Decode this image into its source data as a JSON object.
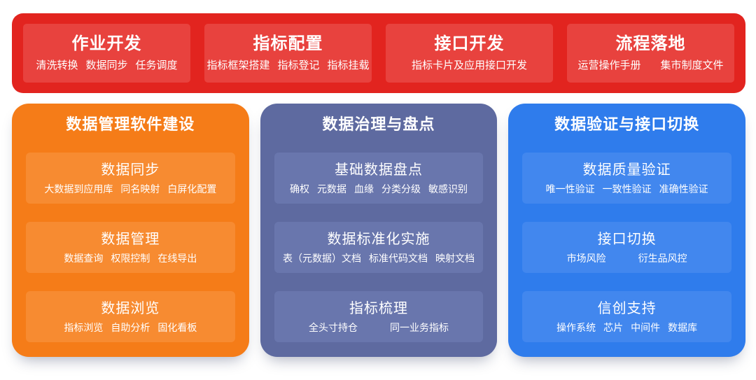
{
  "banner": {
    "bg": "#e2241f",
    "box_bg": "#e8423e",
    "boxes": [
      {
        "title": "作业开发",
        "keywords": [
          "清洗转换",
          "数据同步",
          "任务调度"
        ]
      },
      {
        "title": "指标配置",
        "keywords": [
          "指标框架搭建",
          "指标登记",
          "指标挂载"
        ]
      },
      {
        "title": "接口开发",
        "keywords": [
          "指标卡片及应用接口开发"
        ]
      },
      {
        "title": "流程落地",
        "keywords": [
          "运营操作手册",
          "集市制度文件"
        ]
      }
    ]
  },
  "panels": [
    {
      "title": "数据管理软件建设",
      "bg": "#f57c18",
      "box_bg": "#f78b31",
      "boxes": [
        {
          "title": "数据同步",
          "keywords": [
            "大数据到应用库",
            "同名映射",
            "白屏化配置"
          ]
        },
        {
          "title": "数据管理",
          "keywords": [
            "数据查询",
            "权限控制",
            "在线导出"
          ]
        },
        {
          "title": "数据浏览",
          "keywords": [
            "指标浏览",
            "自助分析",
            "固化看板"
          ]
        }
      ]
    },
    {
      "title": "数据治理与盘点",
      "bg": "#5e6aa0",
      "box_bg": "#6976ad",
      "boxes": [
        {
          "title": "基础数据盘点",
          "keywords": [
            "确权",
            "元数据",
            "血缘",
            "分类分级",
            "敏感识别"
          ]
        },
        {
          "title": "数据标准化实施",
          "keywords": [
            "表（元数据）文档",
            "标准代码文档",
            "映射文档"
          ]
        },
        {
          "title": "指标梳理",
          "keywords": [
            "全头寸持仓",
            "同一业务指标"
          ]
        }
      ]
    },
    {
      "title": "数据验证与接口切换",
      "bg": "#2f7cec",
      "box_bg": "#4287ee",
      "boxes": [
        {
          "title": "数据质量验证",
          "keywords": [
            "唯一性验证",
            "一致性验证",
            "准确性验证"
          ]
        },
        {
          "title": "接口切换",
          "keywords": [
            "市场风险",
            "衍生品风控"
          ]
        },
        {
          "title": "信创支持",
          "keywords": [
            "操作系统",
            "芯片",
            "中间件",
            "数据库"
          ]
        }
      ]
    }
  ]
}
